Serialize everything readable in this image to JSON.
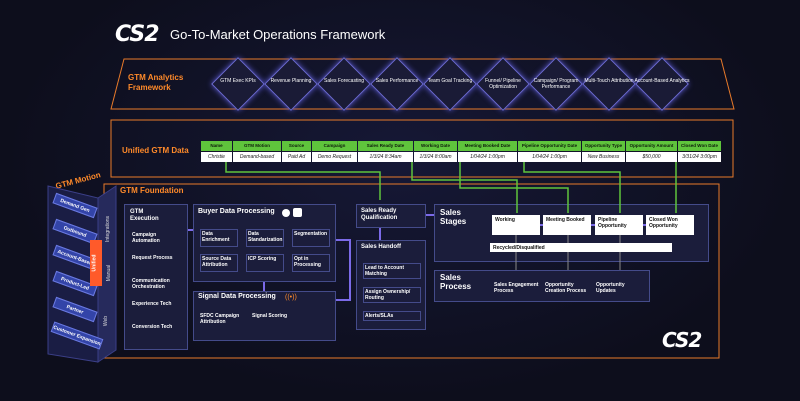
{
  "header": {
    "logo": "CS2",
    "title": "Go-To-Market Operations Framework"
  },
  "analytics": {
    "label": "GTM Analytics Framework",
    "items": [
      "GTM Exec KPIs",
      "Revenue Planning",
      "Sales Forecasting",
      "Sales Performance",
      "Team Goal Tracking",
      "Funnel/ Pipeline Optimization",
      "Campaign/ Program Performance",
      "Multi-Touch Attribution",
      "Account-Based Analytics"
    ]
  },
  "unified": {
    "label": "Unified GTM Data",
    "headers": [
      "Name",
      "GTM Motion",
      "Source",
      "Campaign",
      "Sales Ready Date",
      "Working Date",
      "Meeting Booked Date",
      "Pipeline Opportunity Date",
      "Opportunity Type",
      "Opportunity Amount",
      "Closed Won Date"
    ],
    "row": [
      "Christie",
      "Demand-based",
      "Paid Ad",
      "Demo Request",
      "1/3/24 8:34am",
      "1/3/24 8:00am",
      "1/04/24 1:00pm",
      "1/04/24 1:00pm",
      "New Business",
      "$50,000",
      "3/31/24 3:00pm"
    ]
  },
  "motion": {
    "label": "GTM Motion",
    "items": [
      "Demand Gen",
      "Outbound",
      "Account-Based",
      "Product-Led",
      "Partner",
      "Customer Expansion"
    ],
    "side": [
      "Integrations",
      "Manual",
      "Web"
    ],
    "tag": "Unified"
  },
  "foundation": {
    "label": "GTM Foundation",
    "execution": {
      "title": "GTM Execution",
      "items": [
        "Campaign Automation",
        "Request Process",
        "Communication Orchestration",
        "Experience Tech",
        "Conversion Tech"
      ]
    },
    "buyer": {
      "title": "Buyer Data Processing",
      "items": [
        "Data Enrichment",
        "Data Standarization",
        "Segmentation",
        "Source Data Attribution",
        "ICP Scoring",
        "Opt in Processing"
      ]
    },
    "signal": {
      "title": "Signal Data Processing",
      "items": [
        "SFDC Campaign Attribution",
        "Signal Scoring"
      ]
    },
    "qualification": "Sales Ready Qualification",
    "handoff": {
      "title": "Sales Handoff",
      "items": [
        "Lead to Account Matching",
        "Assign Ownership/ Routing",
        "Alerts/SLAs"
      ]
    },
    "stages": {
      "title": "Sales Stages",
      "items": [
        "Working",
        "Meeting Booked",
        "Pipeline Opportunity",
        "Closed Won Opportunity"
      ],
      "recycled": "Recycled/Disqualified"
    },
    "process": {
      "title": "Sales Process",
      "items": [
        "Sales Engagement Process",
        "Opportunity Creation Process",
        "Opportunity Updates"
      ]
    }
  },
  "colors": {
    "accent": "#ff8a2a",
    "green": "#5fc43c",
    "purple": "#7b6ae8",
    "blue": "#3344a8"
  }
}
